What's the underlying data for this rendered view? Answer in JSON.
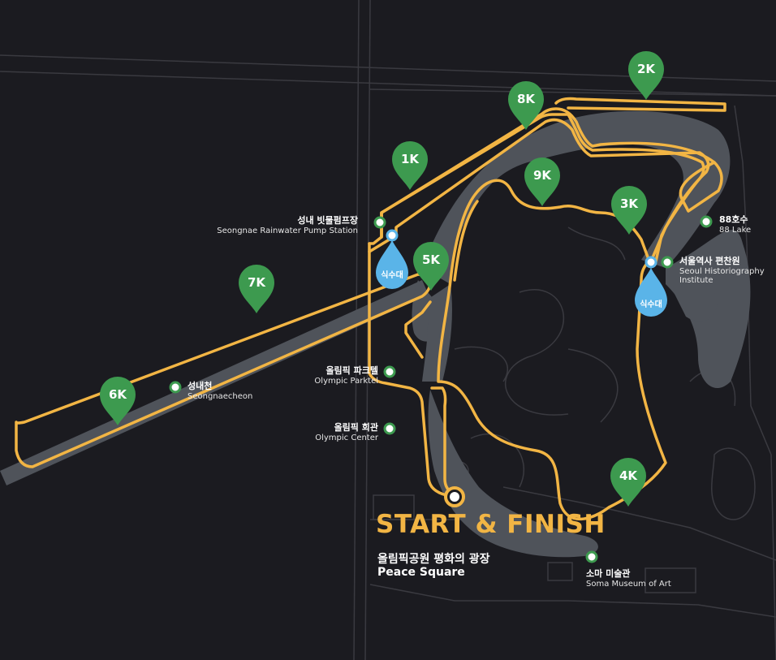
{
  "colors": {
    "background": "#1b1b20",
    "road": "#3a3a40",
    "water": "#4f535a",
    "route": "#f2b544",
    "marker": "#3d9a4f",
    "poi_dot": "#3d9a4f",
    "water_drop": "#5ab4e8"
  },
  "km_markers": [
    {
      "id": "2k",
      "label": "2K"
    },
    {
      "id": "8k",
      "label": "8K"
    },
    {
      "id": "1k",
      "label": "1K"
    },
    {
      "id": "9k",
      "label": "9K"
    },
    {
      "id": "3k",
      "label": "3K"
    },
    {
      "id": "5k",
      "label": "5K"
    },
    {
      "id": "7k",
      "label": "7K"
    },
    {
      "id": "6k",
      "label": "6K"
    },
    {
      "id": "4k",
      "label": "4K"
    }
  ],
  "water_stations": [
    {
      "label": "식수대"
    },
    {
      "label": "식수대"
    }
  ],
  "pois": {
    "pump_station": {
      "ko": "성내 빗물펌프장",
      "en": "Seongnae Rainwater Pump Station"
    },
    "lake_88": {
      "ko": "88호수",
      "en": "88 Lake"
    },
    "historiography": {
      "ko": "서울역사 편찬원",
      "en": "Seoul Historiography",
      "en2": "Institute"
    },
    "parktel": {
      "ko": "올림픽 파크텔",
      "en": "Olympic Parktel"
    },
    "seongnaecheon": {
      "ko": "성내천",
      "en": "Seongnaecheon"
    },
    "olympic_center": {
      "ko": "올림픽 회관",
      "en": "Olympic Center"
    },
    "soma": {
      "ko": "소마 미술관",
      "en": "Soma Museum of Art"
    }
  },
  "start_finish": {
    "title": "START & FINISH",
    "ko": "올림픽공원 평화의 광장",
    "en": "Peace Square"
  }
}
